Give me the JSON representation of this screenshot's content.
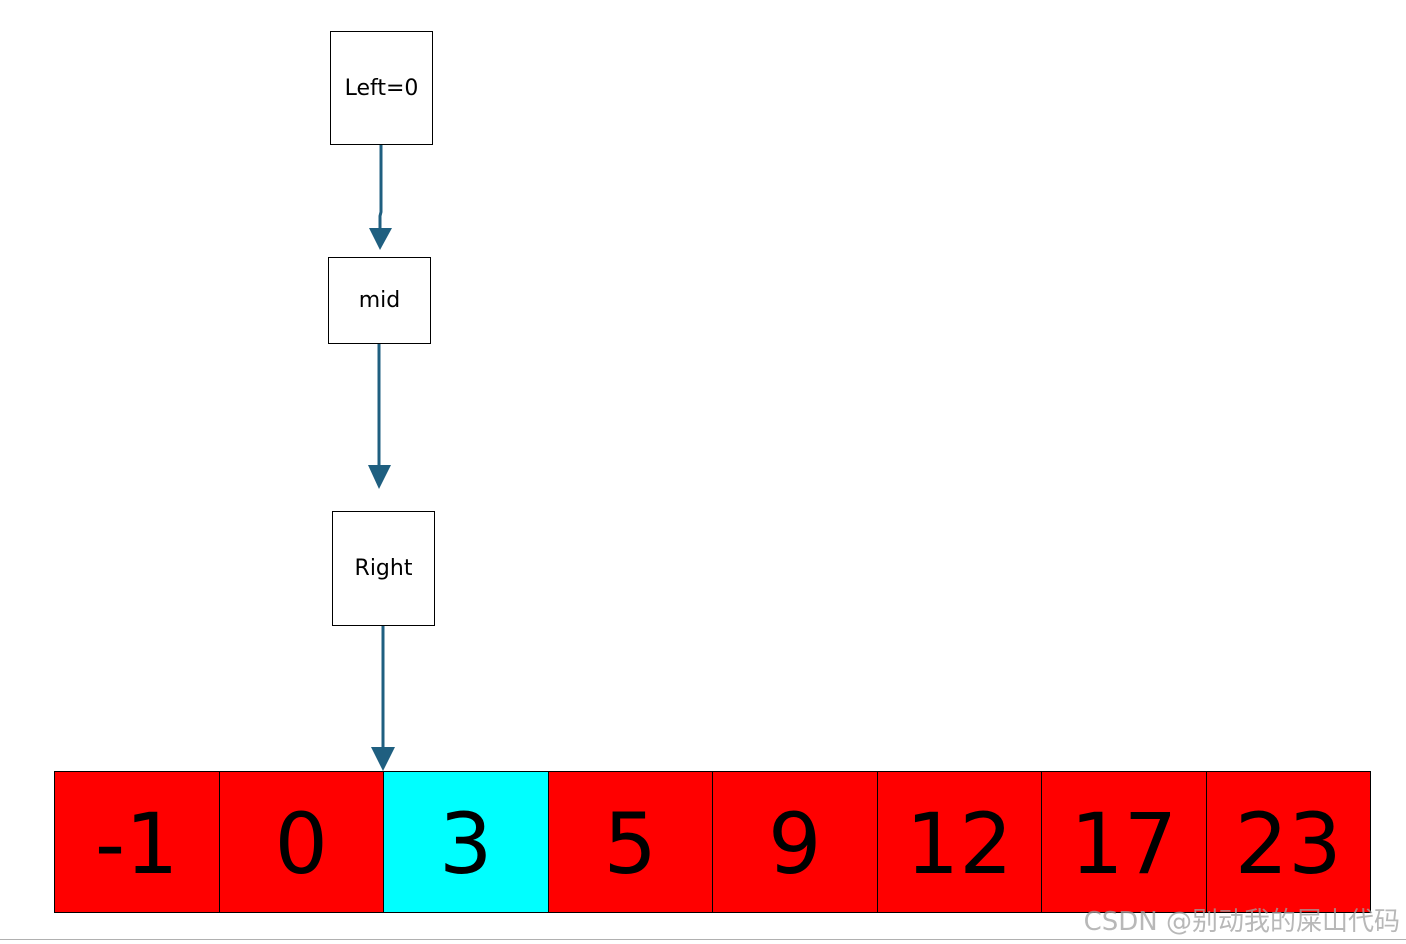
{
  "pointers": {
    "left": "Left=0",
    "mid": "mid",
    "right": "Right"
  },
  "array": {
    "cells": [
      {
        "value": "-1",
        "color": "#ff0000"
      },
      {
        "value": "0",
        "color": "#ff0000"
      },
      {
        "value": "3",
        "color": "#00ffff"
      },
      {
        "value": "5",
        "color": "#ff0000"
      },
      {
        "value": "9",
        "color": "#ff0000"
      },
      {
        "value": "12",
        "color": "#ff0000"
      },
      {
        "value": "17",
        "color": "#ff0000"
      },
      {
        "value": "23",
        "color": "#ff0000"
      }
    ]
  },
  "colors": {
    "arrow": "#1f5f80",
    "default_cell": "#ff0000",
    "highlight_cell": "#00ffff"
  },
  "watermark": "CSDN @别动我的屎山代码"
}
